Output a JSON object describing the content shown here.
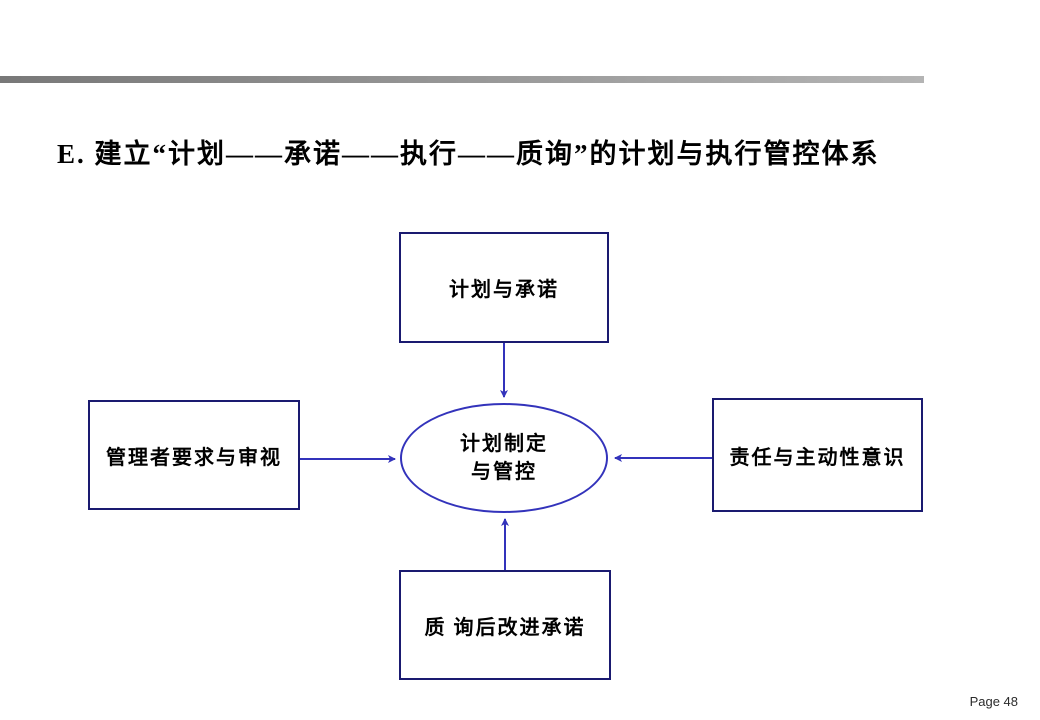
{
  "title": "E. 建立“计划——承诺——执行——质询”的计划与执行管控体系",
  "diagram": {
    "boxes": [
      {
        "id": "top",
        "label": "计划与承诺"
      },
      {
        "id": "left",
        "label": "管理者要求与审视"
      },
      {
        "id": "right",
        "label": "责任与主动性意识"
      },
      {
        "id": "bottom",
        "label": "质 询后改进承诺"
      }
    ],
    "center": {
      "line1": "计划制定",
      "line2": "与管控"
    },
    "arrows": [
      {
        "from": "top-box",
        "to": "center-ellipse",
        "direction": "down"
      },
      {
        "from": "bottom-box",
        "to": "center-ellipse",
        "direction": "up"
      },
      {
        "from": "left-box",
        "to": "center-ellipse",
        "direction": "right"
      },
      {
        "from": "right-box",
        "to": "center-ellipse",
        "direction": "left"
      }
    ]
  },
  "footer": {
    "page_label": "Page 48"
  },
  "colors": {
    "box_border": "#1a1a70",
    "arrow": "#3333bb",
    "divider_left": "#787878",
    "divider_right": "#b4b4b4",
    "text": "#000000"
  }
}
